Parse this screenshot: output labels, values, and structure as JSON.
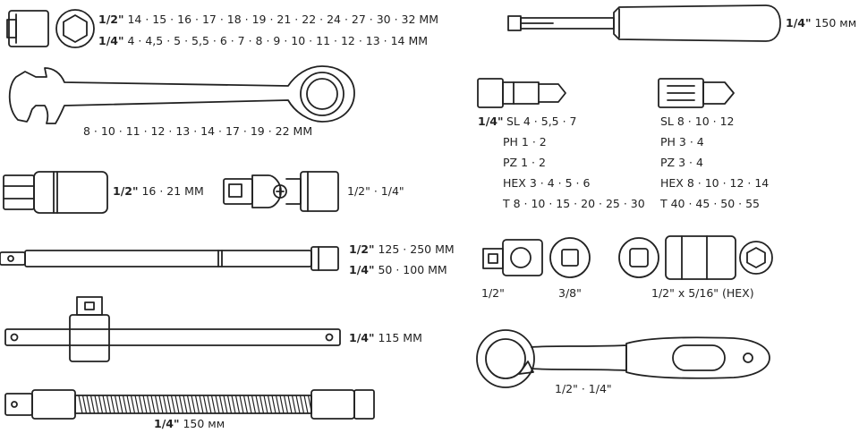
{
  "colors": {
    "ink": "#222222",
    "background": "#ffffff"
  },
  "sockets": {
    "line1": {
      "size": "1/2\"",
      "values": "14 · 15 · 16 · 17 · 18 · 19 · 21 · 22 · 24 · 27 · 30 · 32 MM"
    },
    "line2": {
      "size": "1/4\"",
      "values": "4 · 4,5 · 5 · 5,5 · 6 · 7 · 8 · 9 · 10 · 11 · 12 · 13 · 14 MM"
    }
  },
  "wrench": {
    "values": "8 · 10 · 11 · 12 · 13 · 14 · 17 · 19 · 22 MM"
  },
  "spark_socket": {
    "size": "1/2\"",
    "values": "16 · 21 MM"
  },
  "universal_joint": {
    "values": "1/2\" · 1/4\""
  },
  "extension_bars": {
    "line1": {
      "size": "1/2\"",
      "values": "125 · 250 MM"
    },
    "line2": {
      "size": "1/4\"",
      "values": "50 · 100 MM"
    }
  },
  "t_bar": {
    "size": "1/4\"",
    "values": "115 MM"
  },
  "flex_extension": {
    "size": "1/4\"",
    "values": "150 мм"
  },
  "screwdriver": {
    "size": "1/4\"",
    "values": "150 мм"
  },
  "bits": {
    "size": "1/4\"",
    "left": [
      "SL 4 · 5,5 · 7",
      "PH 1 · 2",
      "PZ 1 · 2",
      "HEX 3 · 4 · 5 · 6",
      "T 8 · 10 · 15 · 20 · 25 · 30"
    ],
    "right": [
      "SL 8 · 10 · 12",
      "PH 3 · 4",
      "PZ 3 · 4",
      "HEX 8 · 10 · 12 · 14",
      "T 40 · 45 · 50 · 55"
    ]
  },
  "adapters": {
    "a": "1/2\"",
    "b": "3/8\"",
    "c": "1/2\" x 5/16\" (HEX)"
  },
  "ratchet": {
    "values": "1/2\" · 1/4\""
  }
}
